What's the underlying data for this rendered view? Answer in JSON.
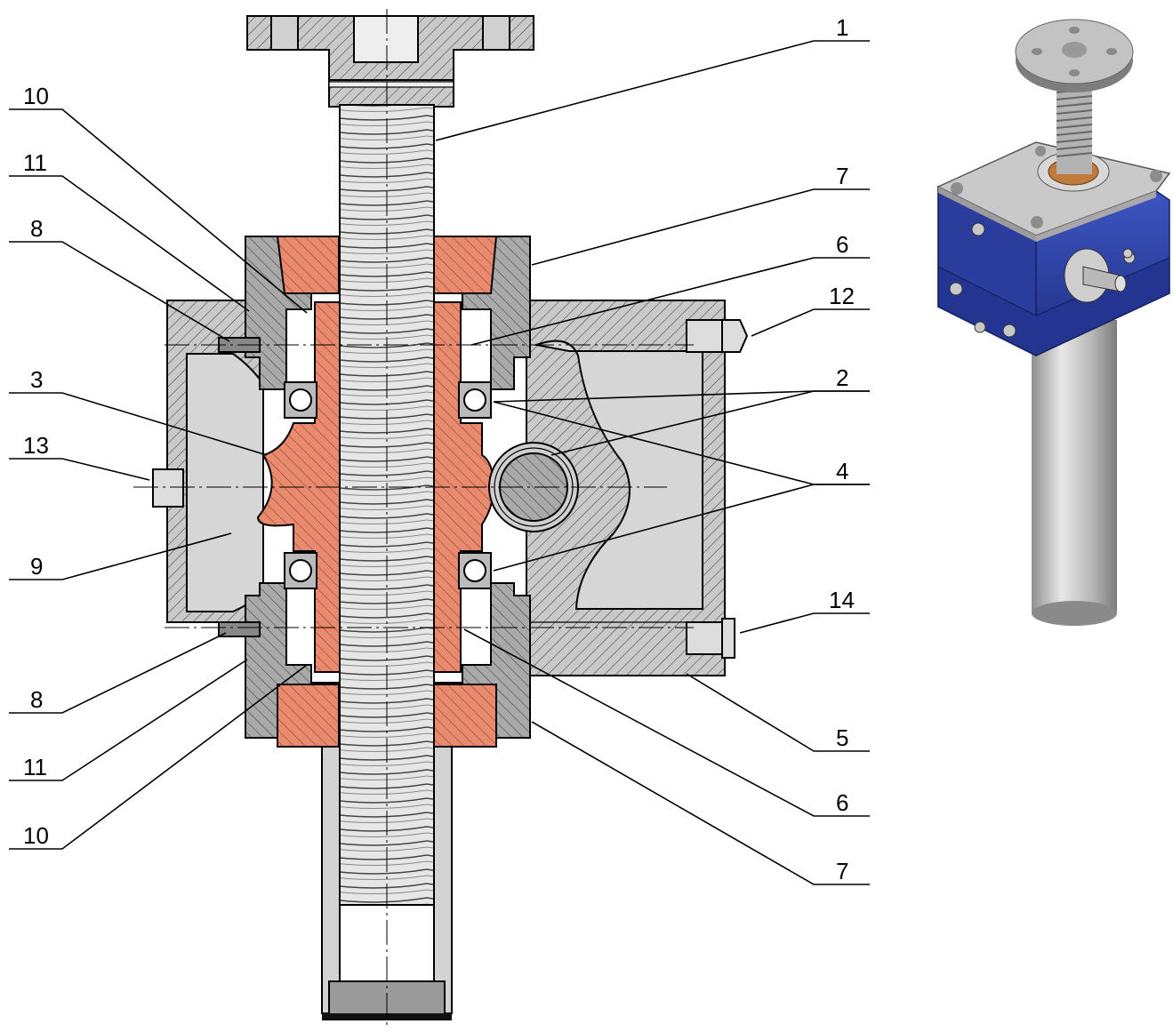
{
  "figure": {
    "callouts": [
      {
        "id": "c1",
        "number": "1"
      },
      {
        "id": "c10a",
        "number": "10"
      },
      {
        "id": "c11a",
        "number": "11"
      },
      {
        "id": "c8a",
        "number": "8"
      },
      {
        "id": "c7a",
        "number": "7"
      },
      {
        "id": "c6a",
        "number": "6"
      },
      {
        "id": "c12",
        "number": "12"
      },
      {
        "id": "c3",
        "number": "3"
      },
      {
        "id": "c2",
        "number": "2"
      },
      {
        "id": "c13",
        "number": "13"
      },
      {
        "id": "c4",
        "number": "4"
      },
      {
        "id": "c9",
        "number": "9"
      },
      {
        "id": "c14",
        "number": "14"
      },
      {
        "id": "c8b",
        "number": "8"
      },
      {
        "id": "c5",
        "number": "5"
      },
      {
        "id": "c11b",
        "number": "11"
      },
      {
        "id": "c6b",
        "number": "6"
      },
      {
        "id": "c10b",
        "number": "10"
      },
      {
        "id": "c7b",
        "number": "7"
      }
    ],
    "colors": {
      "housing": "#c9c9c9",
      "steel": "#a9a9a9",
      "bronze": "#e98a6e",
      "screw": "#e6e6e6",
      "jack_blue": "#2f45a8"
    }
  }
}
